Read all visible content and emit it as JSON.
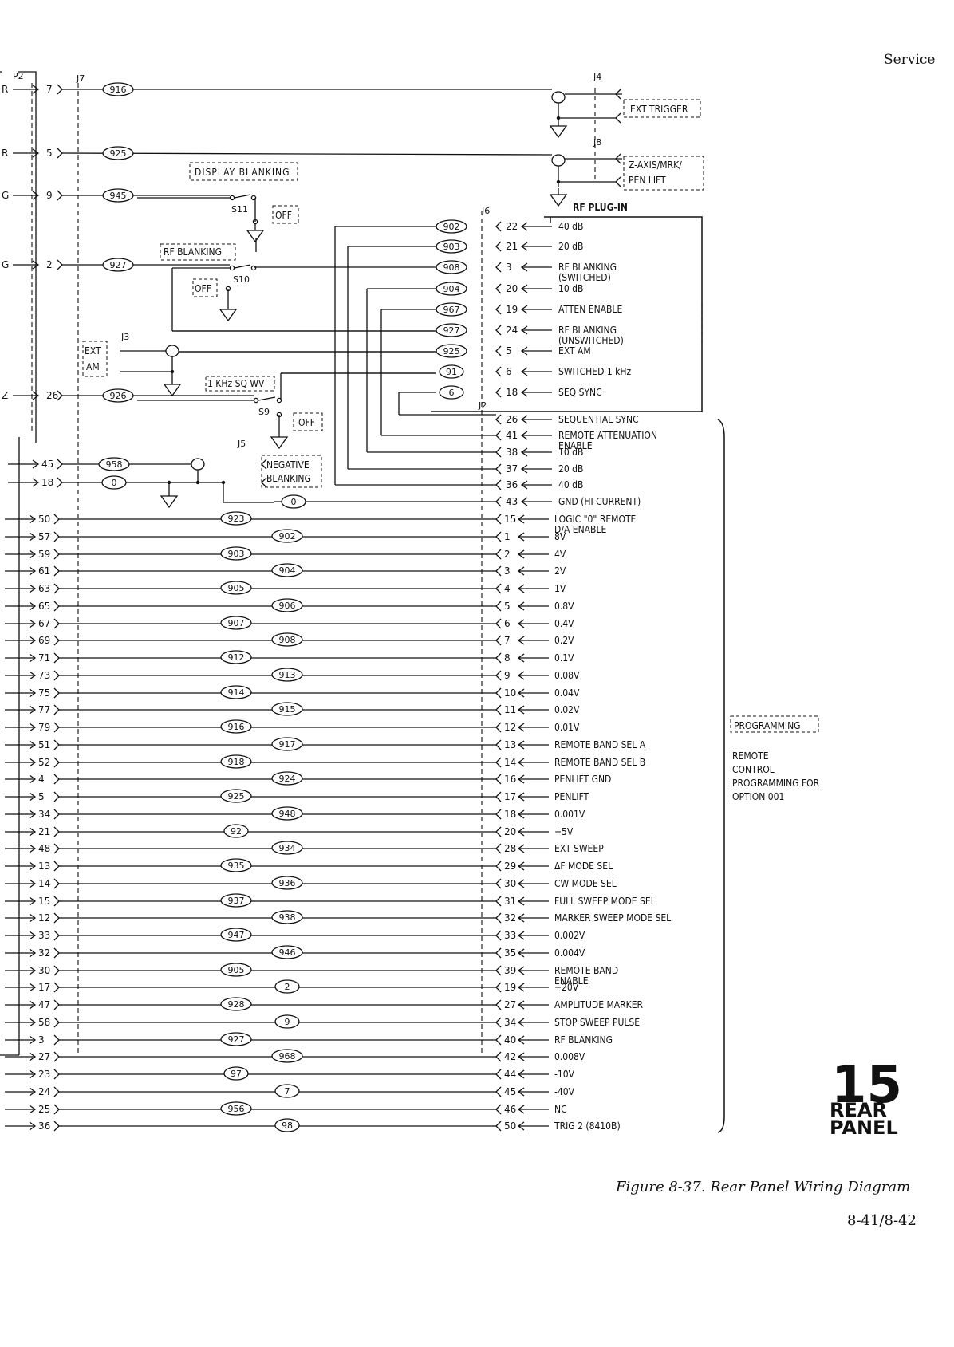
{
  "header": {
    "section": "Service"
  },
  "footer": {
    "caption": "Figure 8-37.  Rear Panel Wiring Diagram",
    "page": "8-41/8-42"
  },
  "badge": {
    "number": "15",
    "line1": "REAR",
    "line2": "PANEL"
  },
  "connectors": {
    "p2": "P2",
    "j7": "J7",
    "j4": "J4",
    "j8": "J8",
    "j6": "J6",
    "j3": "J3",
    "j5": "J5",
    "j2": "J2"
  },
  "switches": {
    "s11": "S11",
    "s10": "S10",
    "s9": "S9"
  },
  "labels": {
    "display_blanking": "DISPLAY BLANKING",
    "rf_blanking": "RF BLANKING",
    "off": "OFF",
    "ext": "EXT",
    "am": "AM",
    "sq_wv": "1 KHz SQ WV",
    "neg1": "NEGATIVE",
    "neg2": "BLANKING",
    "ext_trigger": "EXT TRIGGER",
    "zaxis1": "Z-AXIS/MRK/",
    "zaxis2": "PEN LIFT",
    "rf_plugin": "RF PLUG-IN",
    "programming": "PROGRAMMING",
    "remote_desc": [
      "REMOTE",
      "CONTROL",
      "PROGRAMMING FOR",
      "OPTION 001"
    ]
  },
  "top_rows": [
    {
      "left": "R",
      "pin": "7",
      "wire": "916"
    },
    {
      "left": "R",
      "pin": "5",
      "wire": "925"
    },
    {
      "left": "G",
      "pin": "9",
      "wire": "945"
    },
    {
      "left": "G",
      "pin": "2",
      "wire": "927"
    },
    {
      "left": "Z",
      "pin": "26",
      "wire": "926"
    }
  ],
  "neg_rows": [
    {
      "pin": "45",
      "wire": "958"
    },
    {
      "pin": "18",
      "wire": "0"
    }
  ],
  "j6_rows": [
    {
      "wire": "902",
      "pin": "22",
      "label": [
        "40 dB"
      ]
    },
    {
      "wire": "903",
      "pin": "21",
      "label": [
        "20 dB"
      ]
    },
    {
      "wire": "908",
      "pin": "3",
      "label": [
        "RF BLANKING",
        "(SWITCHED)"
      ]
    },
    {
      "wire": "904",
      "pin": "20",
      "label": [
        "10 dB"
      ]
    },
    {
      "wire": "967",
      "pin": "19",
      "label": [
        "ATTEN ENABLE"
      ]
    },
    {
      "wire": "927",
      "pin": "24",
      "label": [
        "RF BLANKING",
        "(UNSWITCHED)"
      ]
    },
    {
      "wire": "925",
      "pin": "5",
      "label": [
        "EXT AM"
      ]
    },
    {
      "wire": "91",
      "pin": "6",
      "label": [
        "SWITCHED 1 kHz"
      ]
    },
    {
      "wire": "6",
      "pin": "18",
      "label": [
        "SEQ SYNC"
      ]
    }
  ],
  "j2_upper": [
    {
      "pin": "26",
      "label": [
        "SEQUENTIAL SYNC"
      ]
    },
    {
      "pin": "41",
      "label": [
        "REMOTE ATTENUATION",
        "ENABLE"
      ]
    },
    {
      "pin": "38",
      "label": [
        "10 dB"
      ]
    },
    {
      "pin": "37",
      "label": [
        "20 dB"
      ]
    },
    {
      "pin": "36",
      "label": [
        "40 dB"
      ]
    },
    {
      "pin": "43",
      "label": [
        "GND (HI CURRENT)"
      ],
      "wire": "0"
    }
  ],
  "prog_rows": [
    {
      "left": "50",
      "wire": "923",
      "pin": "15",
      "label": [
        "LOGIC \"0\" REMOTE",
        "D/A ENABLE"
      ]
    },
    {
      "left": "57",
      "wire": "902",
      "pin": "1",
      "label": [
        "8V"
      ]
    },
    {
      "left": "59",
      "wire": "903",
      "pin": "2",
      "label": [
        "4V"
      ]
    },
    {
      "left": "61",
      "wire": "904",
      "pin": "3",
      "label": [
        "2V"
      ]
    },
    {
      "left": "63",
      "wire": "905",
      "pin": "4",
      "label": [
        "1V"
      ]
    },
    {
      "left": "65",
      "wire": "906",
      "pin": "5",
      "label": [
        "0.8V"
      ]
    },
    {
      "left": "67",
      "wire": "907",
      "pin": "6",
      "label": [
        "0.4V"
      ]
    },
    {
      "left": "69",
      "wire": "908",
      "pin": "7",
      "label": [
        "0.2V"
      ]
    },
    {
      "left": "71",
      "wire": "912",
      "pin": "8",
      "label": [
        "0.1V"
      ]
    },
    {
      "left": "73",
      "wire": "913",
      "pin": "9",
      "label": [
        "0.08V"
      ]
    },
    {
      "left": "75",
      "wire": "914",
      "pin": "10",
      "label": [
        "0.04V"
      ]
    },
    {
      "left": "77",
      "wire": "915",
      "pin": "11",
      "label": [
        "0.02V"
      ]
    },
    {
      "left": "79",
      "wire": "916",
      "pin": "12",
      "label": [
        "0.01V"
      ]
    },
    {
      "left": "51",
      "wire": "917",
      "pin": "13",
      "label": [
        "REMOTE BAND SEL  A"
      ]
    },
    {
      "left": "52",
      "wire": "918",
      "pin": "14",
      "label": [
        "REMOTE BAND SEL  B"
      ]
    },
    {
      "left": "4",
      "wire": "924",
      "pin": "16",
      "label": [
        "PENLIFT GND"
      ]
    },
    {
      "left": "5",
      "wire": "925",
      "pin": "17",
      "label": [
        "PENLIFT"
      ]
    },
    {
      "left": "34",
      "wire": "948",
      "pin": "18",
      "label": [
        "0.001V"
      ]
    },
    {
      "left": "21",
      "wire": "92",
      "pin": "20",
      "label": [
        "+5V"
      ]
    },
    {
      "left": "48",
      "wire": "934",
      "pin": "28",
      "label": [
        "EXT SWEEP"
      ]
    },
    {
      "left": "13",
      "wire": "935",
      "pin": "29",
      "label": [
        "ΔF MODE SEL"
      ]
    },
    {
      "left": "14",
      "wire": "936",
      "pin": "30",
      "label": [
        "CW MODE SEL"
      ]
    },
    {
      "left": "15",
      "wire": "937",
      "pin": "31",
      "label": [
        "FULL SWEEP MODE SEL"
      ]
    },
    {
      "left": "12",
      "wire": "938",
      "pin": "32",
      "label": [
        "MARKER SWEEP MODE SEL"
      ]
    },
    {
      "left": "33",
      "wire": "947",
      "pin": "33",
      "label": [
        "0.002V"
      ]
    },
    {
      "left": "32",
      "wire": "946",
      "pin": "35",
      "label": [
        "0.004V"
      ]
    },
    {
      "left": "30",
      "wire": "905",
      "pin": "39",
      "label": [
        "REMOTE BAND",
        "ENABLE"
      ]
    },
    {
      "left": "17",
      "wire": "2",
      "pin": "19",
      "label": [
        "+20V"
      ]
    },
    {
      "left": "47",
      "wire": "928",
      "pin": "27",
      "label": [
        "AMPLITUDE MARKER"
      ]
    },
    {
      "left": "58",
      "wire": "9",
      "pin": "34",
      "label": [
        "STOP SWEEP PULSE"
      ]
    },
    {
      "left": "3",
      "wire": "927",
      "pin": "40",
      "label": [
        "RF BLANKING"
      ]
    },
    {
      "left": "27",
      "wire": "968",
      "pin": "42",
      "label": [
        "0.008V"
      ]
    },
    {
      "left": "23",
      "wire": "97",
      "pin": "44",
      "label": [
        "-10V"
      ]
    },
    {
      "left": "24",
      "wire": "7",
      "pin": "45",
      "label": [
        "-40V"
      ]
    },
    {
      "left": "25",
      "wire": "956",
      "pin": "46",
      "label": [
        "NC"
      ]
    },
    {
      "left": "36",
      "wire": "98",
      "pin": "50",
      "label": [
        "TRIG 2 (8410B)"
      ]
    }
  ]
}
